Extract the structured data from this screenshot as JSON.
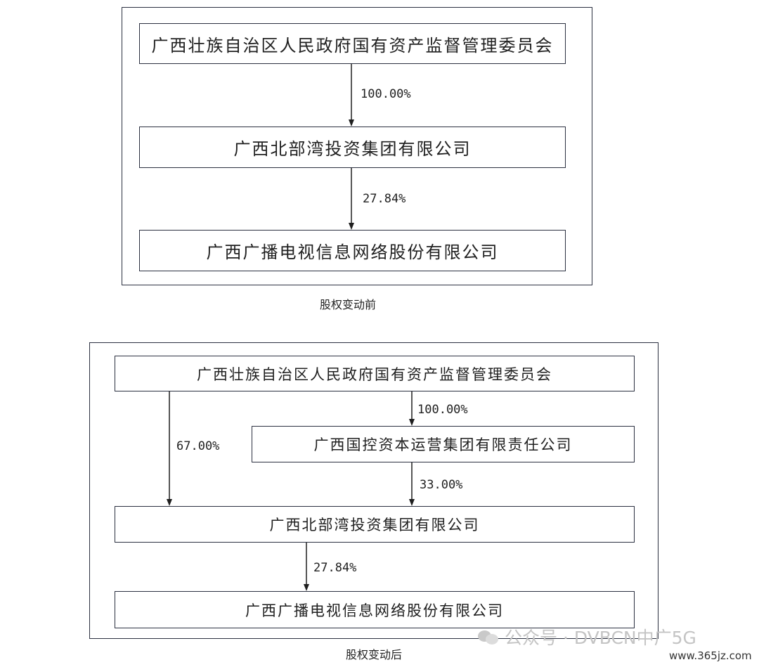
{
  "before": {
    "boxes": {
      "sasac": "广西壮族自治区人民政府国有资产监督管理委员会",
      "beibuwan": "广西北部湾投资集团有限公司",
      "guangdian": "广西广播电视信息网络股份有限公司"
    },
    "edges": {
      "sasac_to_beibuwan": "100.00%",
      "beibuwan_to_guangdian": "27.84%"
    },
    "caption": "股权变动前"
  },
  "after": {
    "boxes": {
      "sasac": "广西壮族自治区人民政府国有资产监督管理委员会",
      "guokong": "广西国控资本运营集团有限责任公司",
      "beibuwan": "广西北部湾投资集团有限公司",
      "guangdian": "广西广播电视信息网络股份有限公司"
    },
    "edges": {
      "sasac_to_beibuwan": "67.00%",
      "sasac_to_guokong": "100.00%",
      "guokong_to_beibuwan": "33.00%",
      "beibuwan_to_guangdian": "27.84%"
    },
    "caption": "股权变动后"
  },
  "watermark": {
    "text": "公众号 · DVBCN中广5G",
    "site": "www.365jz.com"
  }
}
